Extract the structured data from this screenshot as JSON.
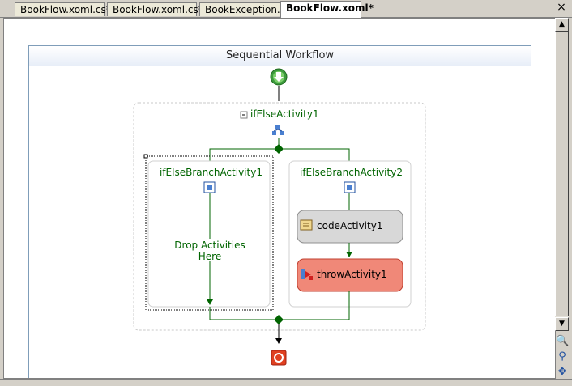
{
  "tabs": [
    {
      "label": "BookFlow.xoml.cs*",
      "active": false
    },
    {
      "label": "BookFlow.xoml.cs*",
      "active": false
    },
    {
      "label": "BookException.cs",
      "active": false
    },
    {
      "label": "BookFlow.xoml*",
      "active": true
    }
  ],
  "tab_close": "×",
  "workflow": {
    "header": "Sequential Workflow",
    "ifelse_label": "ifElseActivity1",
    "branch1_label": "ifElseBranchActivity1",
    "branch2_label": "ifElseBranchActivity2",
    "drop_line1": "Drop Activities",
    "drop_line2": "Here",
    "code_activity": "codeActivity1",
    "throw_activity": "throwActivity1",
    "collapse_symbol": "−"
  },
  "scrollbar": {
    "up": "▲",
    "down": "▼"
  },
  "tools": [
    {
      "icon": "zoom-icon",
      "glyph": "🔍"
    },
    {
      "icon": "find-icon",
      "glyph": "⚲"
    },
    {
      "icon": "pan-icon",
      "glyph": "✥"
    }
  ],
  "colors": {
    "flow_line": "#006400",
    "code_activity_fill": "#d8d8d8",
    "throw_activity_fill": "#f08878",
    "start_icon": "#3c9a3c",
    "end_icon": "#e04020",
    "frame_border": "#7f9db9"
  }
}
